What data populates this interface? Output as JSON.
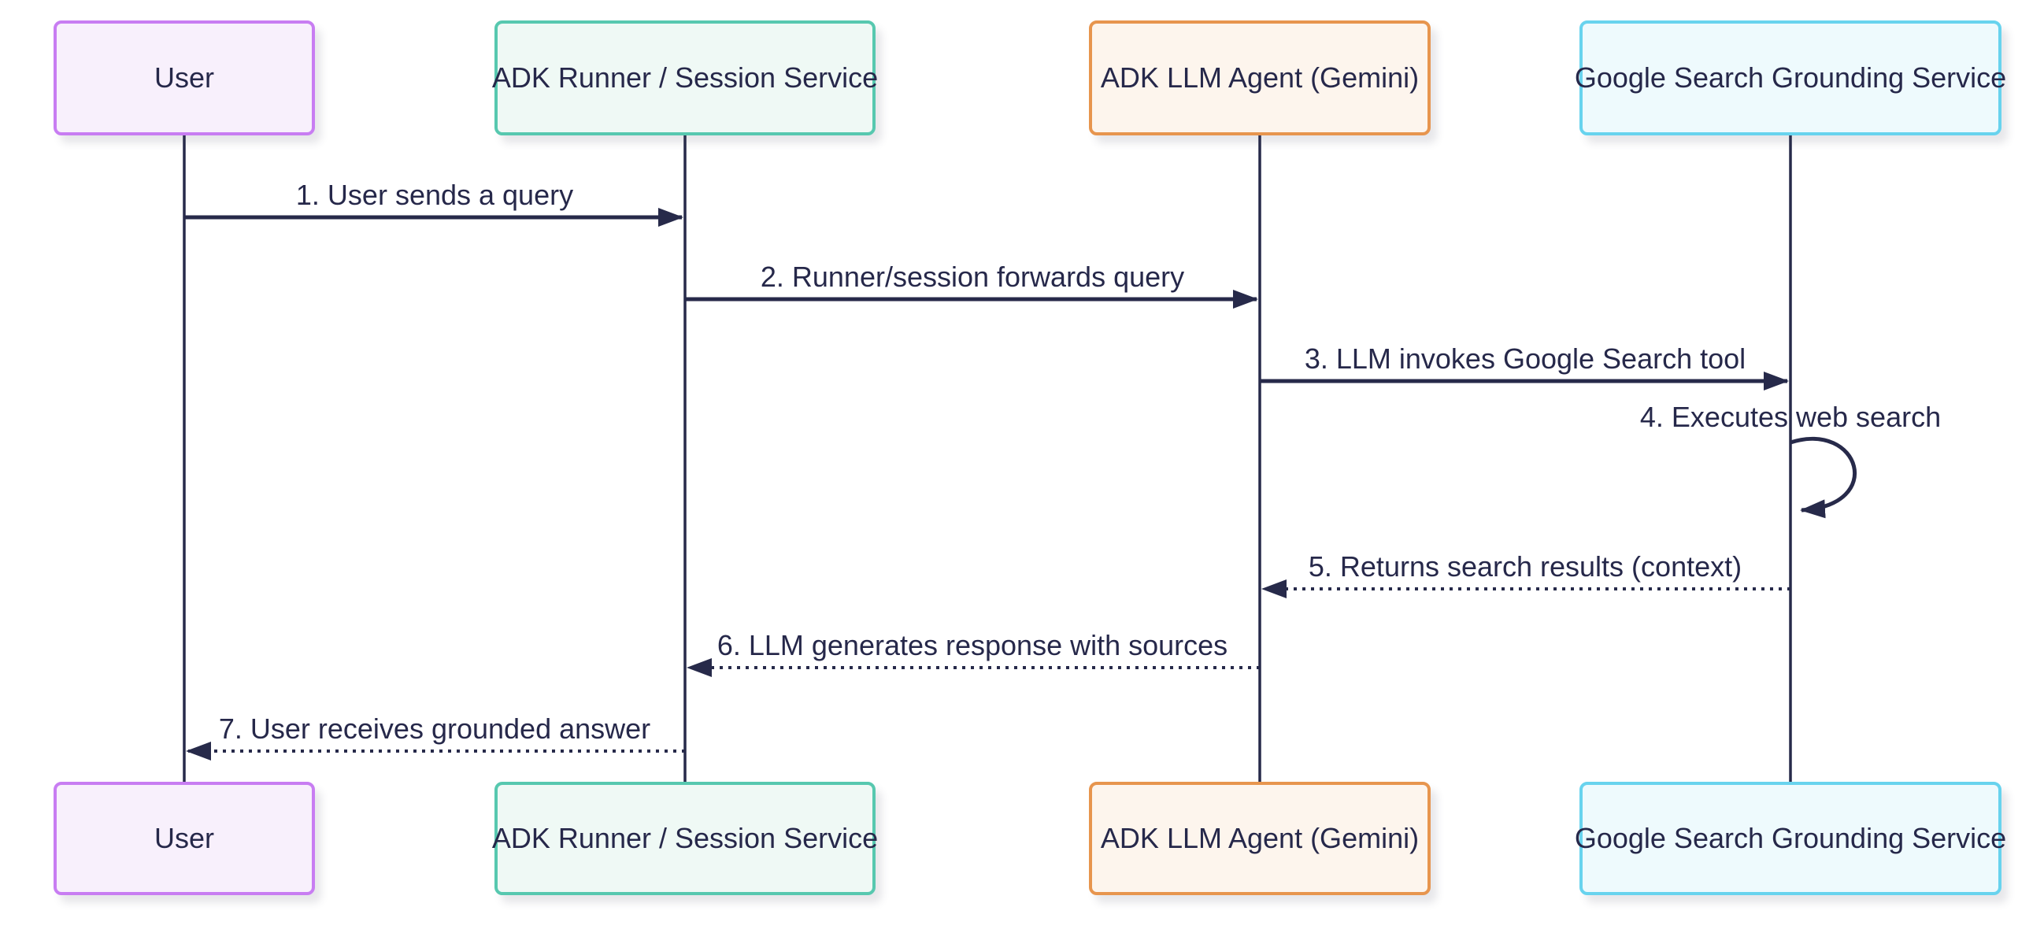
{
  "diagram": {
    "kind": "sequence-diagram",
    "background_color": "#ffffff",
    "line_color": "#272a4a",
    "text_color": "#26284a"
  },
  "actors": [
    {
      "label": "User",
      "theme": "purple",
      "border_color": "#c87df2",
      "fill_color": "#f8f0fc"
    },
    {
      "label": "ADK Runner / Session Service",
      "theme": "teal",
      "border_color": "#57c8af",
      "fill_color": "#eff9f5"
    },
    {
      "label": "ADK LLM Agent (Gemini)",
      "theme": "orange",
      "border_color": "#e7954e",
      "fill_color": "#fdf5ed"
    },
    {
      "label": "Google Search Grounding Service",
      "theme": "cyan",
      "border_color": "#68d3ee",
      "fill_color": "#eefafd"
    }
  ],
  "messages": [
    {
      "seq": 1,
      "label": "1. User sends a query",
      "from": "User",
      "to": "ADK Runner / Session Service",
      "line_style": "solid",
      "direction": "right"
    },
    {
      "seq": 2,
      "label": "2. Runner/session forwards query",
      "from": "ADK Runner / Session Service",
      "to": "ADK LLM Agent (Gemini)",
      "line_style": "solid",
      "direction": "right"
    },
    {
      "seq": 3,
      "label": "3. LLM invokes Google Search tool",
      "from": "ADK LLM Agent (Gemini)",
      "to": "Google Search Grounding Service",
      "line_style": "solid",
      "direction": "right"
    },
    {
      "seq": 4,
      "label": "4. Executes web search",
      "from": "Google Search Grounding Service",
      "to": "Google Search Grounding Service",
      "line_style": "solid",
      "direction": "self-loop"
    },
    {
      "seq": 5,
      "label": "5. Returns search results (context)",
      "from": "Google Search Grounding Service",
      "to": "ADK LLM Agent (Gemini)",
      "line_style": "dotted",
      "direction": "left"
    },
    {
      "seq": 6,
      "label": "6. LLM generates response with sources",
      "from": "ADK LLM Agent (Gemini)",
      "to": "ADK Runner / Session Service",
      "line_style": "dotted",
      "direction": "left"
    },
    {
      "seq": 7,
      "label": "7. User receives grounded answer",
      "from": "ADK Runner / Session Service",
      "to": "User",
      "line_style": "dotted",
      "direction": "left"
    }
  ]
}
